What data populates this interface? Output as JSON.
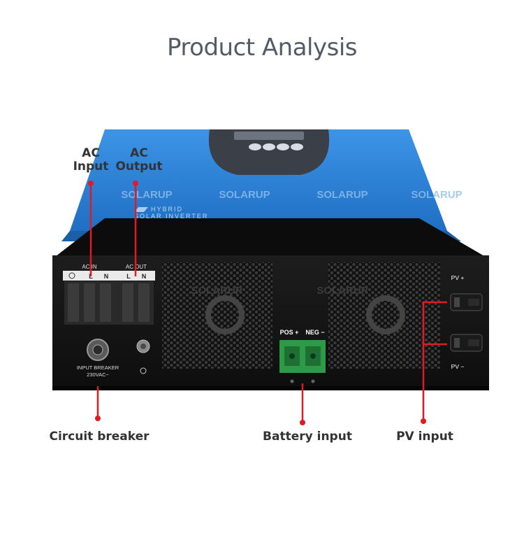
{
  "page": {
    "title": "Product Analysis"
  },
  "callouts": {
    "ac_input": [
      "AC",
      "Input"
    ],
    "ac_output": [
      "AC",
      "Output"
    ],
    "circuit_breaker": "Circuit breaker",
    "battery_input": "Battery input",
    "pv_input": "PV input"
  },
  "device": {
    "watermark": "SOLARUP",
    "model_line1": "HYBRID",
    "model_line2": "SOLAR INVERTER",
    "ac_in_label": "AC IN",
    "ac_out_label": "AC OUT",
    "terminal_l": "L",
    "terminal_n": "N",
    "breaker_line1": "INPUT  BREAKER",
    "breaker_line2": "230VAC~",
    "pos_label": "POS +",
    "neg_label": "NEG −",
    "pv_plus": "PV +",
    "pv_minus": "PV −"
  },
  "colors": {
    "callout_red": "#e11b22",
    "shell_blue": "#2f82d6",
    "panel_black": "#151515",
    "terminal_green": "#2e9a47",
    "title_gray": "#555a66"
  }
}
